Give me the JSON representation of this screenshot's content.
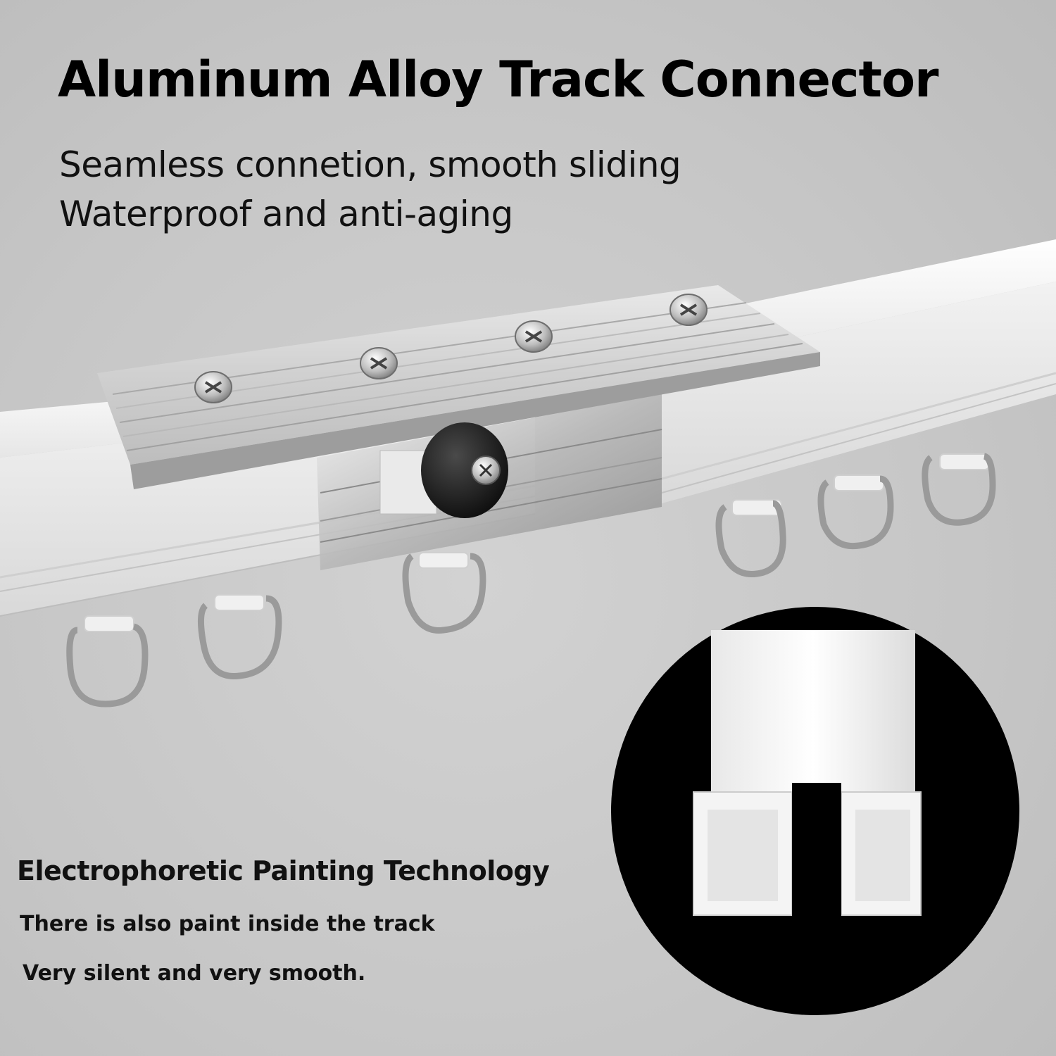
{
  "header": {
    "title": "Aluminum Alloy Track Connector",
    "subtitle_lines": [
      "Seamless connetion, smooth sliding",
      "Waterproof and anti-aging"
    ]
  },
  "feature": {
    "heading": "Electrophoretic Painting Technology",
    "lines": [
      "There is also paint inside the track",
      "Very silent and very smooth."
    ]
  },
  "illustration": {
    "product": "curtain track with aluminum connector plate, screws, roller wheel and ring hooks",
    "inset": "white track cross-section in black circle"
  },
  "colors": {
    "background": "#c9c9c9",
    "text": "#111111",
    "track": "#f4f4f4",
    "connector": "#d8d8d8",
    "inset_circle": "#000000"
  }
}
